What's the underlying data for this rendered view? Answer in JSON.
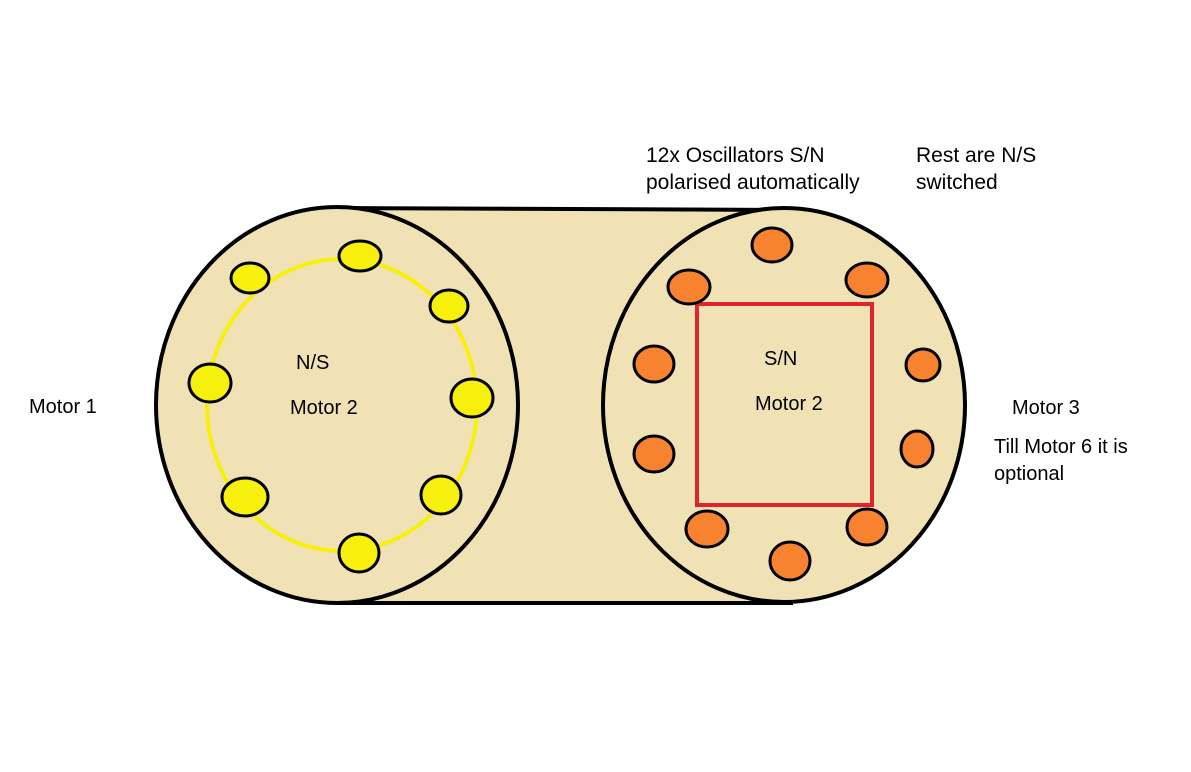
{
  "colors": {
    "body_fill": "#f0e2b4",
    "outline": "#000000",
    "left_magnet": "#f7f00c",
    "right_magnet": "#f7822f",
    "ring": "#f7f00c",
    "square": "#e0242c"
  },
  "labels": {
    "oscillators_line1": "12x Oscillators S/N",
    "oscillators_line2": "polarised automatically",
    "rest_line1": "Rest are N/S",
    "rest_line2": "switched",
    "motor1": "Motor 1",
    "left_polarity": "N/S",
    "left_motor": "Motor 2",
    "right_polarity": "S/N",
    "right_motor": "Motor 2",
    "motor3": "Motor 3",
    "note_line1": "Till Motor 6 it is",
    "note_line2": "optional"
  },
  "left_wheel": {
    "magnet_count": 8,
    "magnet_icon": "yellow-magnet-icon",
    "rotor_shape": "ring"
  },
  "right_wheel": {
    "magnet_count": 10,
    "magnet_icon": "orange-magnet-icon",
    "rotor_shape": "square"
  }
}
